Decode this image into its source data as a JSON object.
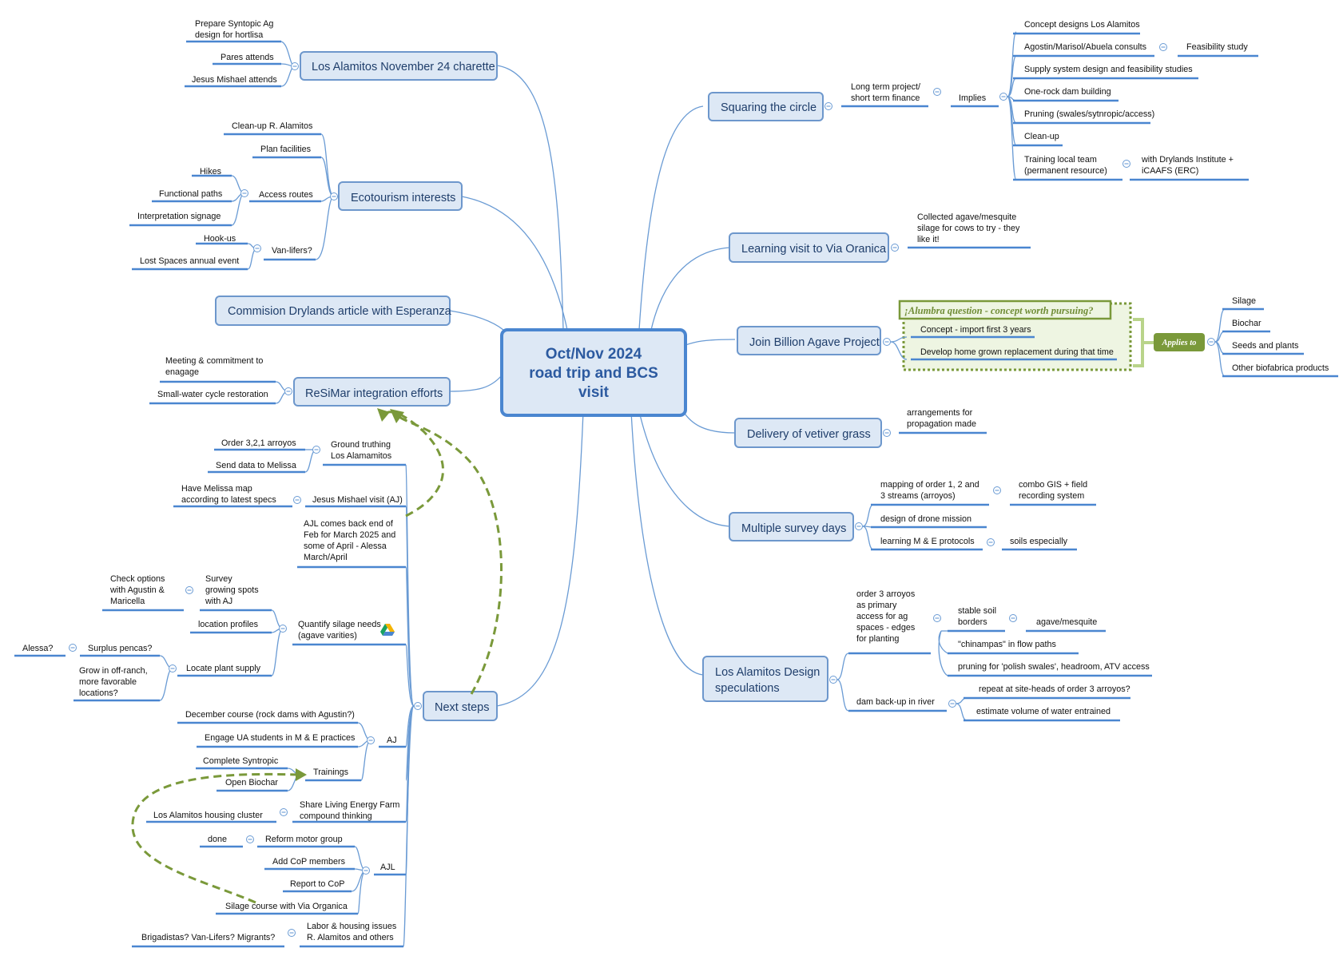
{
  "central": {
    "line1": "Oct/Nov 2024",
    "line2": "road trip and BCS",
    "line3": "visit"
  },
  "topics": {
    "los_alamitos_charette": "Los Alamitos November 24 charette",
    "ecotourism": "Ecotourism interests",
    "commision": "Commision Drylands article with Esperanza",
    "resimar": "ReSiMar integration efforts",
    "next_steps": "Next steps",
    "squaring": "Squaring the circle",
    "learning_visit": "Learning visit to Via Oranica",
    "billion_agave": "Join Billion Agave Project",
    "vetiver": "Delivery of vetiver grass",
    "survey_days": "Multiple survey days",
    "design_spec_1": "Los Alamitos Design",
    "design_spec_2": "speculations"
  },
  "charette": {
    "prepare_1": "Prepare Syntopic Ag",
    "prepare_2": "design for hortlisa",
    "pares": "Pares attends",
    "jesus": "Jesus Mishael attends"
  },
  "ecotourism": {
    "cleanup": "Clean-up R. Alamitos",
    "plan": "Plan facilities",
    "access": "Access routes",
    "hikes": "Hikes",
    "functional": "Functional paths",
    "interpretation": "Interpretation signage",
    "vanlifers": "Van-lifers?",
    "hookus": "Hook-us",
    "lostspaces": "Lost Spaces annual event"
  },
  "resimar": {
    "meeting_1": "Meeting & commitment to",
    "meeting_2": "enagage",
    "smallwater": "Small-water cycle restoration"
  },
  "next": {
    "ground_1": "Ground truthing",
    "ground_2": "Los Alamamitos",
    "order321": "Order 3,2,1 arroyos",
    "senddata": "Send data to Melissa",
    "jesusvisit": "Jesus Mishael visit (AJ)",
    "melissa_1": "Have Melissa map",
    "melissa_2": "according to latest specs",
    "ajl_1": "AJL comes back end of",
    "ajl_2": "Feb for March 2025 and",
    "ajl_3": "some of April - Alessa",
    "ajl_4": "March/April",
    "quantify_1": "Quantify silage needs",
    "quantify_2": "(agave varities)",
    "survey_1": "Survey",
    "survey_2": "growing spots",
    "survey_3": "with AJ",
    "check_1": "Check options",
    "check_2": "with Agustin &",
    "check_3": "Maricella",
    "location": "location profiles",
    "locate": "Locate plant supply",
    "surplus": "Surplus pencas?",
    "alessa": "Alessa?",
    "grow_1": "Grow in off-ranch,",
    "grow_2": "more favorable",
    "grow_3": "locations?",
    "aj": "AJ",
    "december": "December course (rock dams with Agustin?)",
    "engage": "Engage UA students in M & E practices",
    "trainings": "Trainings",
    "complete": "Complete Syntropic",
    "openbiochar": "Open Biochar",
    "share_1": "Share Living Energy Farm",
    "share_2": "compound thinking",
    "housing": "Los Alamitos housing cluster",
    "ajl": "AJL",
    "reform": "Reform motor group",
    "done": "done",
    "addcop": "Add CoP members",
    "report": "Report to CoP",
    "silage_course": "Silage course with Via Organica",
    "labor_1": "Labor & housing issues",
    "labor_2": "R. Alamitos and others",
    "brigadistas": "Brigadistas? Van-Lifers? Migrants?"
  },
  "squaring": {
    "longterm_1": "Long term project/",
    "longterm_2": "short term finance",
    "implies": "Implies",
    "concept": "Concept designs Los Alamitos",
    "agostin": "Agostin/Marisol/Abuela consults",
    "feasibility": "Feasibility study",
    "supply": "Supply system design and feasibility studies",
    "onerock": "One-rock dam building",
    "pruning": "Pruning (swales/sytnropic/access)",
    "cleanup": "Clean-up",
    "training_1": "Training local team",
    "training_2": "(permanent resource)",
    "drylands_1": "with Drylands Institute +",
    "drylands_2": "iCAAFS (ERC)"
  },
  "learning": {
    "collected_1": "Collected agave/mesquite",
    "collected_2": "silage for cows to try - they",
    "collected_3": "like it!"
  },
  "billion": {
    "question": "¡Alumbra question - concept worth pursuing?",
    "concept_import": "Concept - import first 3 years",
    "develop": "Develop home grown replacement during that time",
    "applies": "Applies to",
    "silage": "Silage",
    "biochar": "Biochar",
    "seeds": "Seeds and plants",
    "other": "Other biofabrica products"
  },
  "vetiver": {
    "arr_1": "arrangements for",
    "arr_2": "propagation made"
  },
  "survey": {
    "mapping_1": "mapping of order 1, 2 and",
    "mapping_2": "3 streams (arroyos)",
    "combo_1": "combo GIS + field",
    "combo_2": "recording system",
    "drone": "design of drone mission",
    "learningme": "learning M & E protocols",
    "soils": "soils especially"
  },
  "design": {
    "order3_1": "order 3 arroyos",
    "order3_2": "as primary",
    "order3_3": "access for ag",
    "order3_4": "spaces - edges",
    "order3_5": "for planting",
    "stable_1": "stable soil",
    "stable_2": "borders",
    "agave": "agave/mesquite",
    "chinampas": "\"chinampas\" in flow paths",
    "pruning": "pruning for 'polish swales', headroom, ATV access",
    "dam": "dam back-up in river",
    "repeat": "repeat at site-heads of order 3 arroyos?",
    "estimate": "estimate volume of water entrained"
  }
}
